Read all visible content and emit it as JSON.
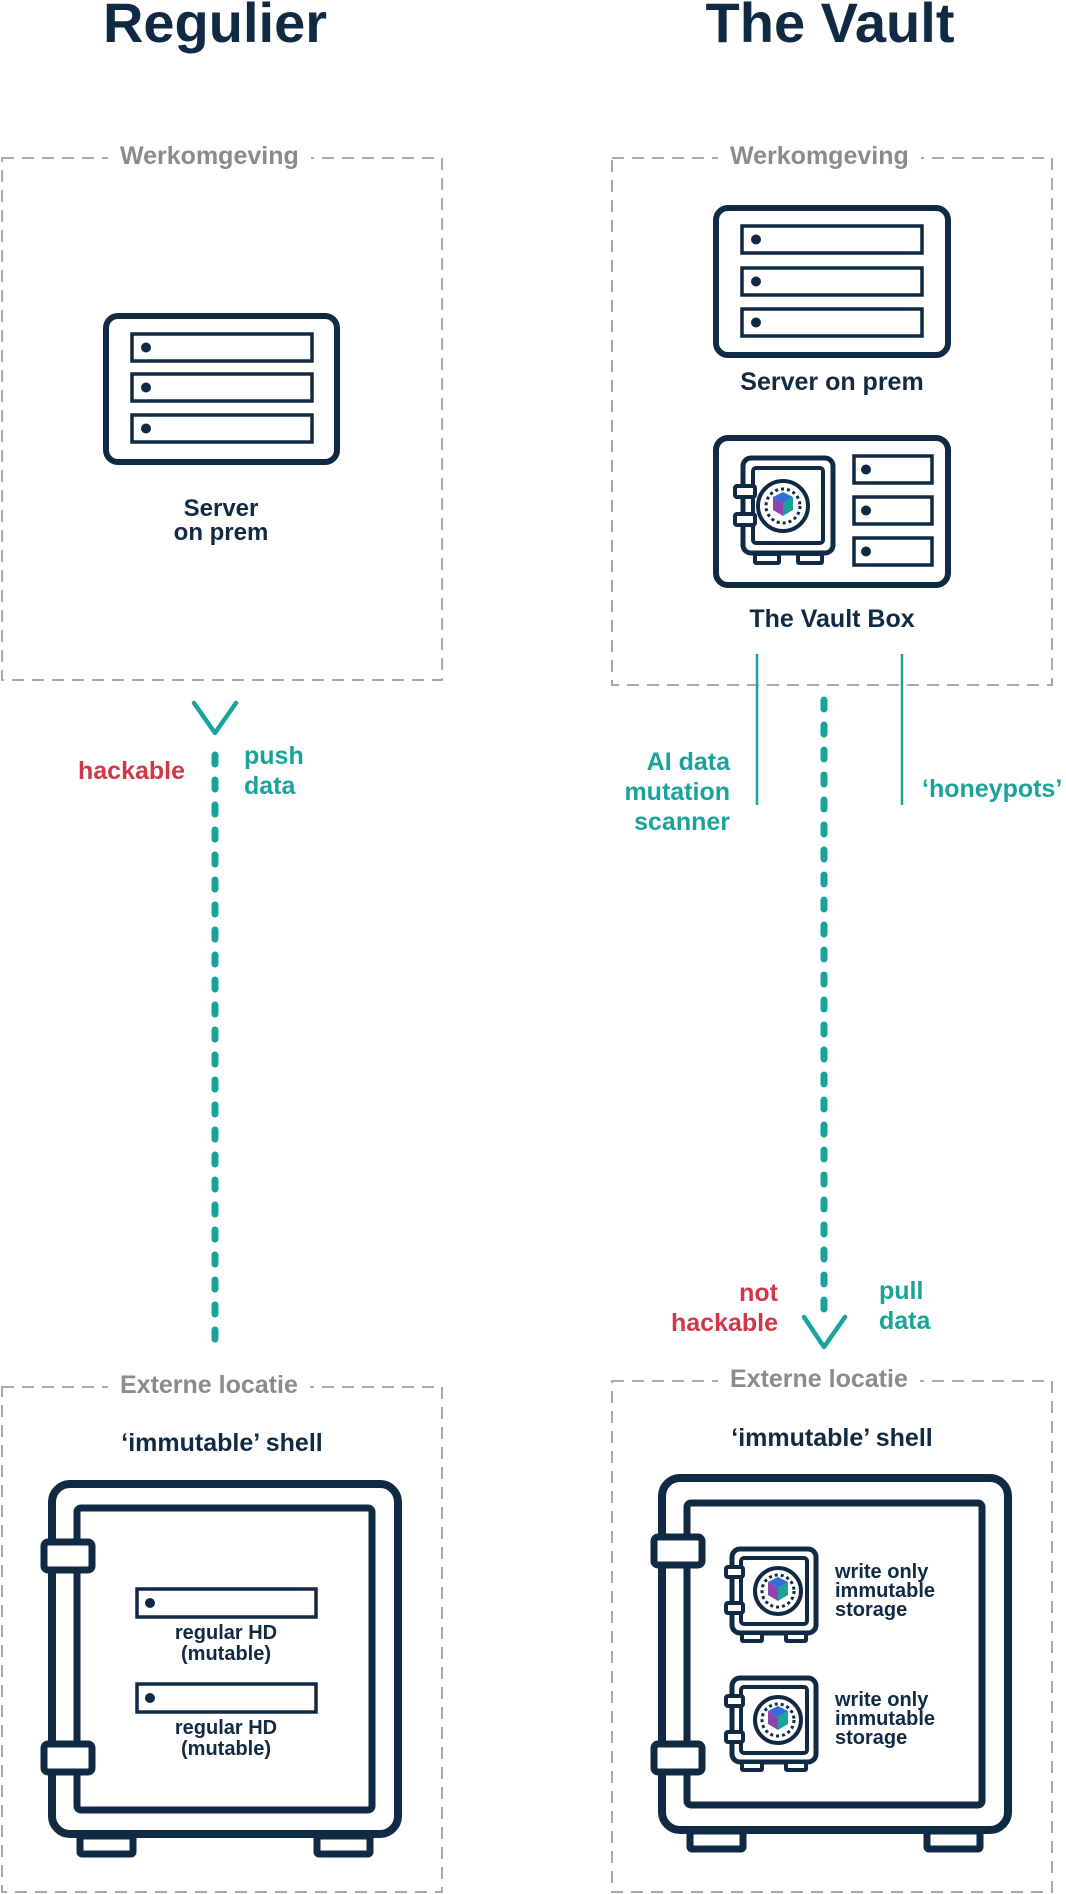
{
  "columns": {
    "left_title": "Regulier",
    "right_title": "The Vault"
  },
  "zones": {
    "work_env_label": "Werkomgeving",
    "external_label": "Externe locatie"
  },
  "regular": {
    "server_label_line1": "Server",
    "server_label_line2": "on prem",
    "risk_label": "hackable",
    "transfer_line1": "push",
    "transfer_line2": "data",
    "shell_label": "‘immutable’ shell",
    "hd1_line1": "regular HD",
    "hd1_line2": "(mutable)",
    "hd2_line1": "regular HD",
    "hd2_line2": "(mutable)"
  },
  "vault": {
    "server_label": "Server on prem",
    "vault_box_label": "The Vault Box",
    "scanner_line1": "AI data",
    "scanner_line2": "mutation",
    "scanner_line3": "scanner",
    "honeypots_label": "‘honeypots’",
    "risk_line1": "not",
    "risk_line2": "hackable",
    "transfer_line1": "pull",
    "transfer_line2": "data",
    "shell_label": "‘immutable’ shell",
    "storage1_line1": "write only",
    "storage1_line2": "immutable",
    "storage1_line3": "storage",
    "storage2_line1": "write only",
    "storage2_line2": "immutable",
    "storage2_line3": "storage"
  },
  "colors": {
    "navy": "#102a43",
    "teal": "#1aa39a",
    "red": "#d0384a",
    "gray": "#8b8b8b",
    "dashed_border": "#a9a9a9",
    "logo_purple": "#8e44ad",
    "logo_teal": "#1aa39a",
    "logo_blue": "#2f6fd6"
  },
  "icons": {
    "server": "server-rack-icon",
    "vault_box": "vault-box-icon",
    "safe": "safe-icon",
    "drive": "hard-drive-icon",
    "arrow": "chevron-arrow-icon"
  }
}
